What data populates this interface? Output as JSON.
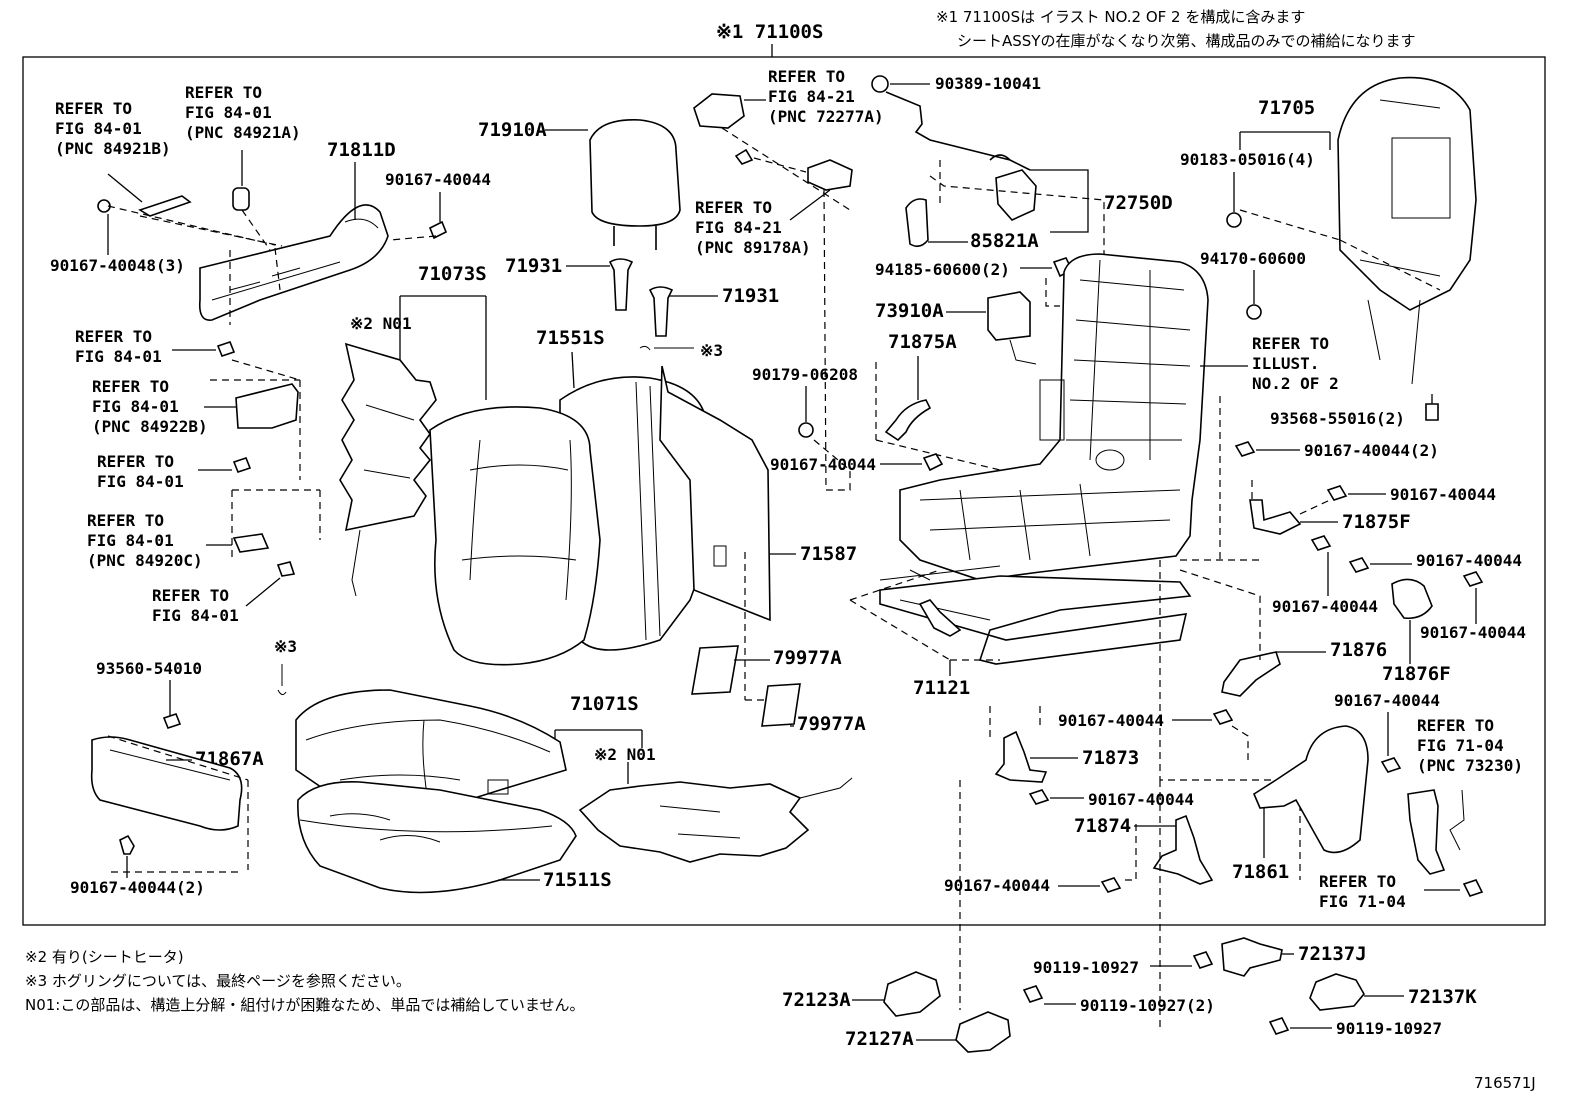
{
  "header": {
    "main_part": "※1 71100S",
    "note1": "※1 71100Sは イラスト NO.2 OF 2 を構成に含みます",
    "note2": "シートASSYの在庫がなくなり次第、構成品のみでの補給になります"
  },
  "footer": {
    "note_x2": "※2 有り(シートヒータ)",
    "note_x3": "※3 ホグリングについては、最終ページを参照ください。",
    "note_n01": "N01:この部品は、構造上分解・組付けが困難なため、単品では補給していません。",
    "code": "716571J"
  },
  "labels": {
    "refer_84_01_pnc_b": [
      "REFER TO",
      "FIG 84-01",
      "(PNC 84921B)"
    ],
    "refer_84_01_pnc_a": [
      "REFER TO",
      "FIG 84-01",
      "(PNC 84921A)"
    ],
    "p_71811D": "71811D",
    "p_90167_40044_a": "90167-40044",
    "p_90167_40048": "90167-40048(3)",
    "refer_84_01_a": [
      "REFER TO",
      "FIG 84-01"
    ],
    "refer_84_01_pnc_84922B": [
      "REFER TO",
      "FIG 84-01",
      "(PNC 84922B)"
    ],
    "refer_84_01_b": [
      "REFER TO",
      "FIG 84-01"
    ],
    "refer_84_01_pnc_84920C": [
      "REFER TO",
      "FIG 84-01",
      "(PNC 84920C)"
    ],
    "refer_84_01_c": [
      "REFER TO",
      "FIG 84-01"
    ],
    "p_71910A": "71910A",
    "p_71931_a": "71931",
    "p_71931_b": "71931",
    "p_71073S": "71073S",
    "p_N01_a": "※2 N01",
    "p_71551S": "71551S",
    "x3_a": "※3",
    "x3_b": "※3",
    "p_71587": "71587",
    "p_79977A_a": "79977A",
    "p_79977A_b": "79977A",
    "p_93560_54010": "93560-54010",
    "p_71867A": "71867A",
    "p_90167_40044_2a": "90167-40044(2)",
    "p_71071S": "71071S",
    "p_N01_b": "※2 N01",
    "p_71511S": "71511S",
    "refer_84_21_pnc_72277A": [
      "REFER TO",
      "FIG 84-21",
      "(PNC 72277A)"
    ],
    "refer_84_21_pnc_89178A": [
      "REFER TO",
      "FIG 84-21",
      "(PNC 89178A)"
    ],
    "p_90389_10041": "90389-10041",
    "p_72750D": "72750D",
    "p_85821A": "85821A",
    "p_94185_60600": "94185-60600(2)",
    "p_73910A": "73910A",
    "p_71875A": "71875A",
    "p_90179_06208": "90179-06208",
    "p_90167_40044_b": "90167-40044",
    "p_71705": "71705",
    "p_90183_05016": "90183-05016(4)",
    "p_94170_60600": "94170-60600",
    "refer_illust": [
      "REFER TO",
      "ILLUST.",
      "NO.2 OF 2"
    ],
    "p_93568_55016": "93568-55016(2)",
    "p_90167_40044_2b": "90167-40044(2)",
    "p_90167_40044_c": "90167-40044",
    "p_71875F": "71875F",
    "p_90167_40044_d": "90167-40044",
    "p_90167_40044_e": "90167-40044",
    "p_90167_40044_f": "90167-40044",
    "p_71876": "71876",
    "p_71876F": "71876F",
    "p_71121": "71121",
    "p_90167_40044_g": "90167-40044",
    "p_90167_40044_h": "90167-40044",
    "p_71873": "71873",
    "p_90167_40044_i": "90167-40044",
    "p_71874": "71874",
    "p_90167_40044_j": "90167-40044",
    "p_71861": "71861",
    "refer_71_04_pnc": [
      "REFER TO",
      "FIG 71-04",
      "(PNC 73230)"
    ],
    "refer_71_04": [
      "REFER TO",
      "FIG 71-04"
    ],
    "p_90119_10927_a": "90119-10927",
    "p_90119_10927_2": "90119-10927(2)",
    "p_90119_10927_b": "90119-10927",
    "p_72137J": "72137J",
    "p_72137K": "72137K",
    "p_72123A": "72123A",
    "p_72127A": "72127A"
  }
}
